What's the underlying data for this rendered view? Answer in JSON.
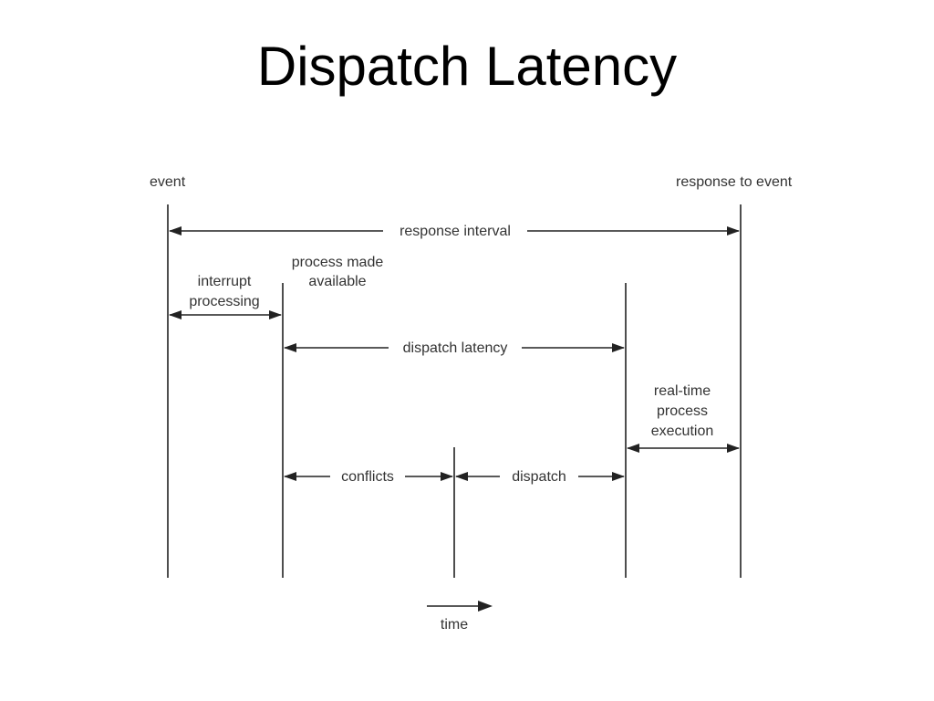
{
  "title": "Dispatch Latency",
  "labels": {
    "event": "event",
    "response_to_event": "response to event",
    "response_interval": "response interval",
    "process_made": "process made",
    "available": "available",
    "interrupt": "interrupt",
    "processing": "processing",
    "dispatch_latency": "dispatch latency",
    "real_time": "real-time",
    "process": "process",
    "execution": "execution",
    "conflicts": "conflicts",
    "dispatch": "dispatch",
    "time": "time"
  },
  "colors": {
    "line": "#222222",
    "text": "#333333",
    "title": "#000000",
    "background": "#ffffff"
  }
}
